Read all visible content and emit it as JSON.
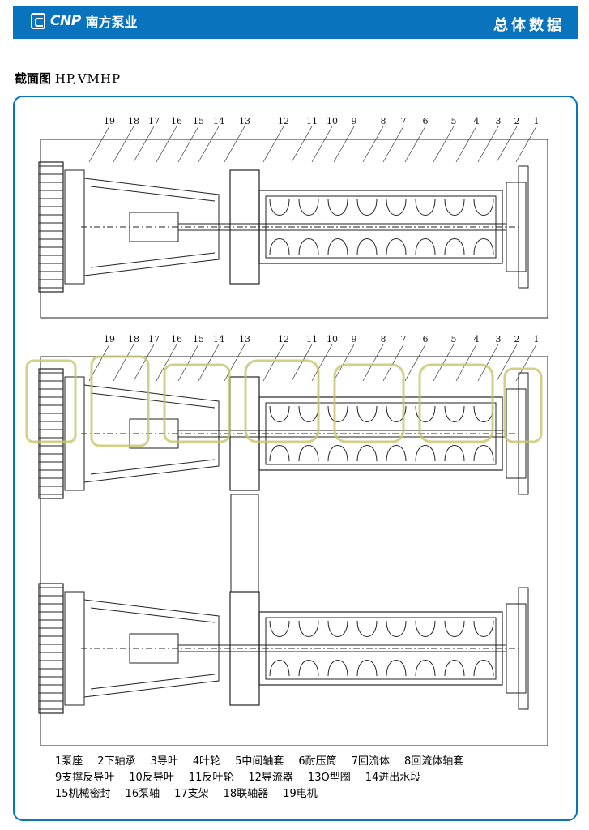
{
  "header": {
    "logo_text": "CNP",
    "company_name": "南方泵业",
    "page_title": "总体数据",
    "bar_color": "#0a73bd"
  },
  "section": {
    "title_cn": "截面图",
    "title_en": "HP,VMHP"
  },
  "drawing": {
    "part_numbers": [
      "19",
      "18",
      "17",
      "16",
      "15",
      "14",
      "13",
      "12",
      "11",
      "10",
      "9",
      "8",
      "7",
      "6",
      "5",
      "4",
      "3",
      "2",
      "1"
    ]
  },
  "legend": {
    "row1": [
      "1泵座",
      "2下轴承",
      "3导叶",
      "4叶轮",
      "5中间轴套",
      "6耐压筒",
      "7回流体",
      "8回流体轴套"
    ],
    "row2": [
      "9支撑反导叶",
      "10反导叶",
      "11反叶轮",
      "12导流器",
      "13O型圈",
      "14进出水段"
    ],
    "row3": [
      "15机械密封",
      "16泵轴",
      "17支架",
      "18联轴器",
      "19电机"
    ]
  }
}
